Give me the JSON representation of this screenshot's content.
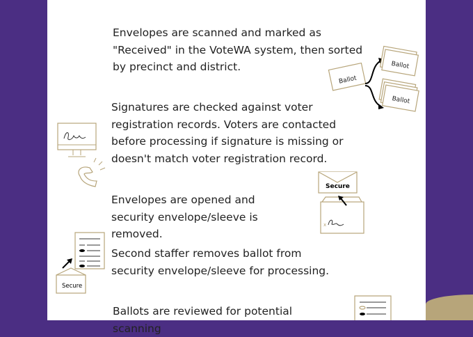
{
  "steps": [
    {
      "text": "Envelopes are scanned and marked as \"Received\" in the VoteWA system, then sorted by precinct and district."
    },
    {
      "text": "Signatures are checked against voter registration records. Voters are contacted before processing if signature is missing or doesn't match voter registration record."
    },
    {
      "text": "Envelopes are opened and security envelope/sleeve is removed."
    },
    {
      "text": "Second staffer removes ballot from security envelope/sleeve for processing."
    },
    {
      "text": "Ballots are reviewed for potential scanning"
    }
  ],
  "icons": {
    "ballot_label": "Ballot",
    "secure_label": "Secure"
  },
  "colors": {
    "purple": "#4b2e83",
    "gold": "#b7a57a"
  }
}
